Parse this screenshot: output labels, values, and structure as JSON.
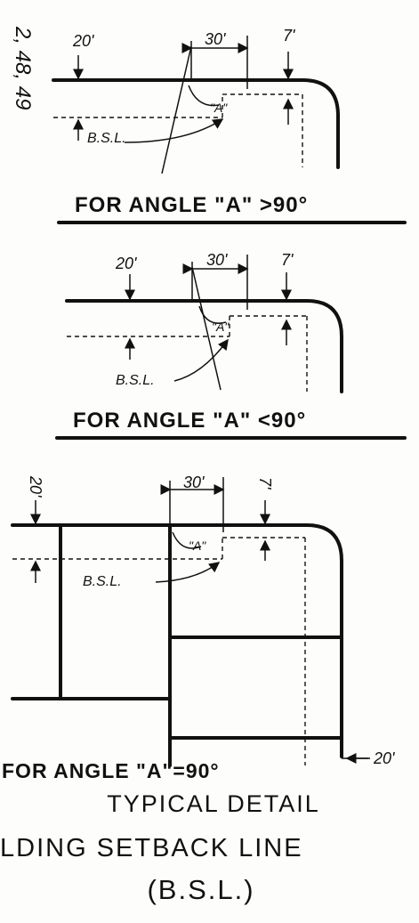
{
  "margin_note": "2, 48, 49",
  "labels": {
    "dim_20": "20'",
    "dim_30": "30'",
    "dim_7": "7'",
    "angle": "\"A\"",
    "bsl": "B.S.L."
  },
  "details": [
    {
      "caption": "FOR ANGLE \"A\" >90°"
    },
    {
      "caption": "FOR ANGLE \"A\" <90°"
    },
    {
      "caption": "FOR ANGLE \"A\"=90°"
    }
  ],
  "side_dim": "20'",
  "title": {
    "line1": "TYPICAL DETAIL",
    "line2": "LDING SETBACK LINE",
    "line3": "(B.S.L.)"
  }
}
